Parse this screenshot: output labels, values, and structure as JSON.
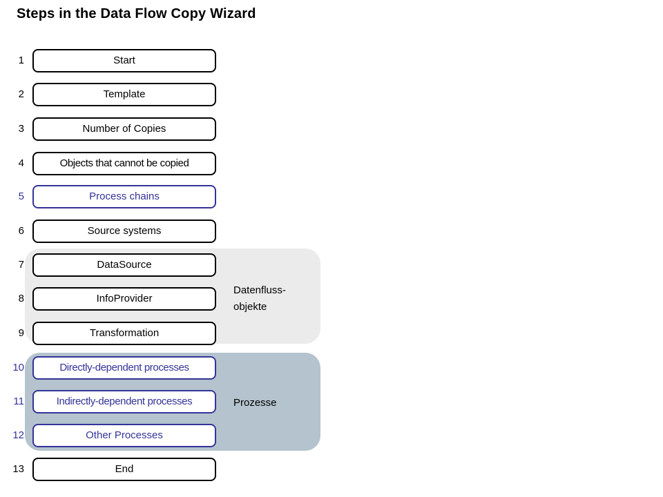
{
  "title": "Steps in the Data Flow Copy Wizard",
  "colors": {
    "accent_blue": "#333399",
    "text_black": "#000000",
    "panel_grey": "#ebebeb",
    "panel_blue_grey": "#b4c3cd",
    "background": "#ffffff"
  },
  "steps": [
    {
      "number": "1",
      "label": "Start",
      "accent": false
    },
    {
      "number": "2",
      "label": "Template",
      "accent": false
    },
    {
      "number": "3",
      "label": "Number of Copies",
      "accent": false
    },
    {
      "number": "4",
      "label": "Objects that cannot be copied",
      "accent": false
    },
    {
      "number": "5",
      "label": "Process chains",
      "accent": true
    },
    {
      "number": "6",
      "label": "Source systems",
      "accent": false
    },
    {
      "number": "7",
      "label": "DataSource",
      "accent": false
    },
    {
      "number": "8",
      "label": "InfoProvider",
      "accent": false
    },
    {
      "number": "9",
      "label": "Transformation",
      "accent": false
    },
    {
      "number": "10",
      "label": "Directly-dependent processes",
      "accent": true
    },
    {
      "number": "11",
      "label": "Indirectly-dependent processes",
      "accent": true
    },
    {
      "number": "12",
      "label": "Other Processes",
      "accent": true
    },
    {
      "number": "13",
      "label": "End",
      "accent": false
    }
  ],
  "groups": [
    {
      "label": "Datenfluss-\nobjekte",
      "covers_steps": [
        "7",
        "8",
        "9"
      ],
      "fill": "#ebebeb"
    },
    {
      "label": "Prozesse",
      "covers_steps": [
        "10",
        "11",
        "12"
      ],
      "fill": "#b4c3cd"
    }
  ]
}
